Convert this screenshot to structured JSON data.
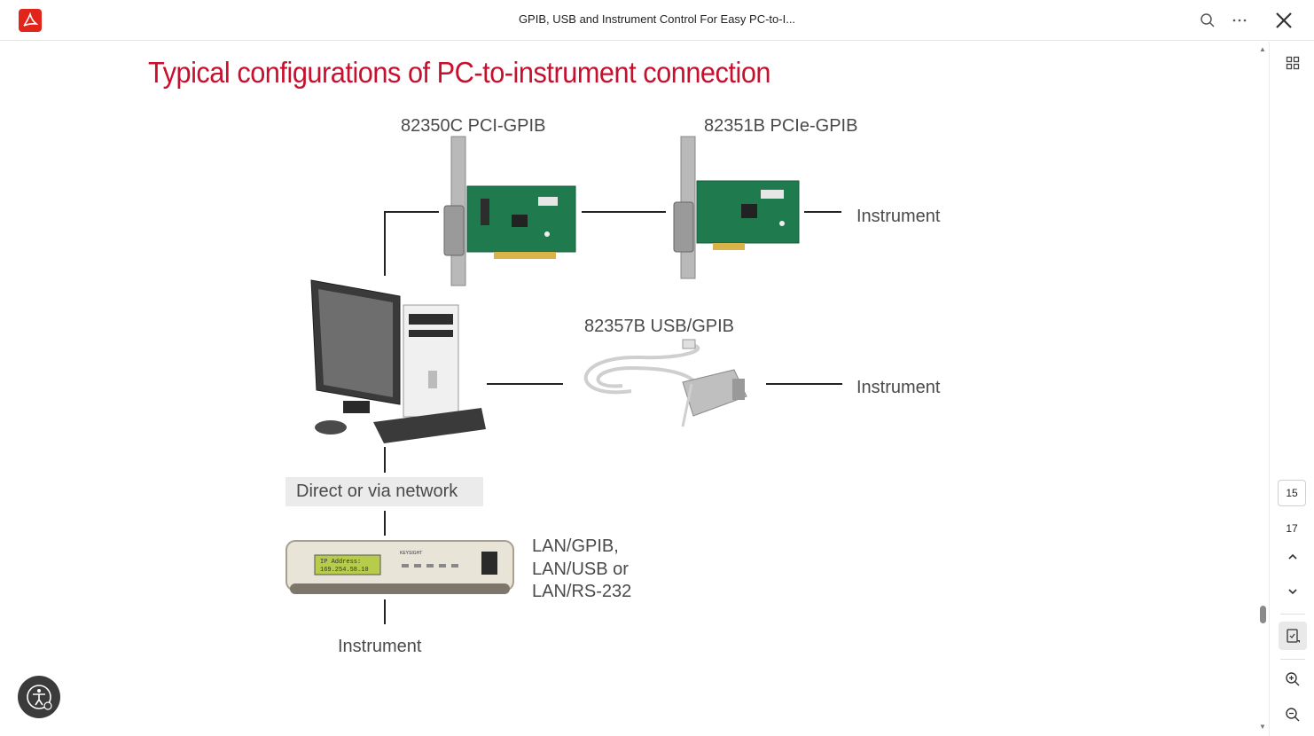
{
  "window": {
    "title": "GPIB, USB and Instrument Control For Easy PC-to-I...",
    "app_icon": "acrobat-logo-icon"
  },
  "toolbar": {
    "search_icon": "search-icon",
    "more_icon": "more-options-icon",
    "close_icon": "close-icon"
  },
  "slide": {
    "title": "Typical configurations of PC-to-instrument connection",
    "labels": {
      "pci_card": "82350C PCI-GPIB",
      "pcie_card": "82351B PCIe-GPIB",
      "usb_adapter": "82357B USB/GPIB",
      "instrument_top": "Instrument",
      "instrument_mid": "Instrument",
      "instrument_bottom": "Instrument",
      "network": "Direct or via network",
      "lan_line1": "LAN/GPIB,",
      "lan_line2": "LAN/USB or",
      "lan_line3": "LAN/RS-232"
    },
    "lan_device_display": {
      "line1": "IP Address:",
      "line2": "169.254.58.10"
    },
    "lan_device_brand": "KEYSIGHT"
  },
  "rail": {
    "current_page": "15",
    "total_pages": "17"
  },
  "colors": {
    "title_red": "#c8102e",
    "pcb_green": "#1f7a4e",
    "brand_red": "#e1251b"
  }
}
